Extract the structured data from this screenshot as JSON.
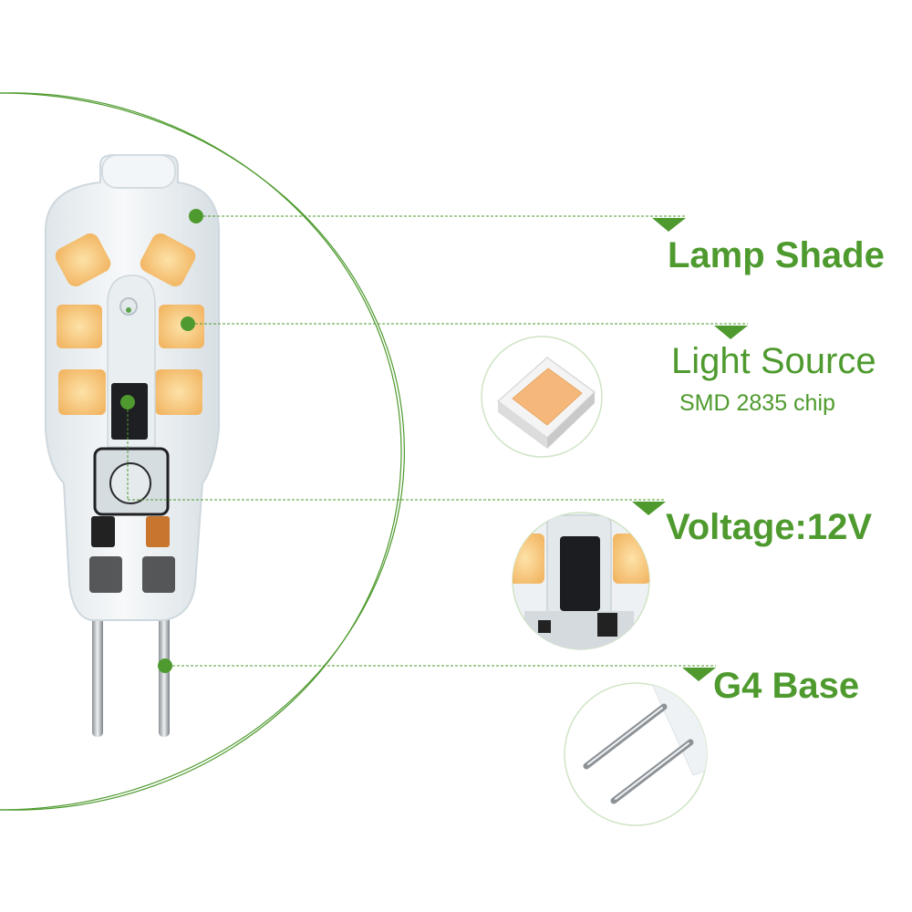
{
  "colors": {
    "accent": "#4e9a2e",
    "led": "#f3c07a",
    "shell": "#eef2f3"
  },
  "callouts": {
    "lamp_shade": "Lamp Shade",
    "light_source": "Light Source",
    "light_source_sub": "SMD 2835 chip",
    "voltage": "Voltage:12V",
    "base": "G4 Base"
  }
}
